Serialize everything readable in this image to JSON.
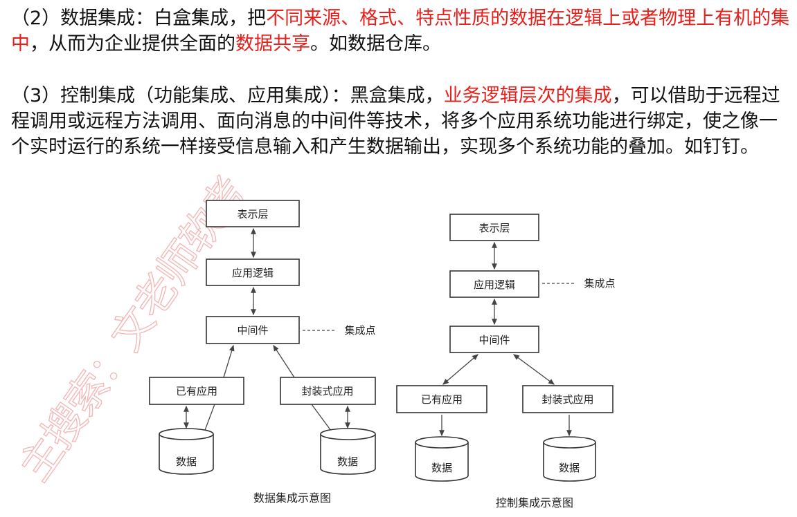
{
  "para2": {
    "prefix": "（2）数据集成：白盒集成，把",
    "red1": "不同来源、格式、特点性质的数据在逻辑上或者物理上有机的集中",
    "mid": "，从而为企业提供全面的",
    "red2": "数据共享",
    "suffix": "。如数据仓库。"
  },
  "para3": {
    "prefix": "（3）控制集成（功能集成、应用集成）：黑盒集成，",
    "red1": "业务逻辑层次的集成",
    "suffix": "，可以借助于远程过程调用或远程方法调用、面向消息的中间件等技术，将多个应用系统功能进行绑定，使之像一个实时运行的系统一样接受信息输入和产生数据输出，实现多个系统功能的叠加。如钉钉。"
  },
  "watermark": "搜索：文老师",
  "diagram_data": {
    "presentation": "表示层",
    "logic": "应用逻辑",
    "middleware": "中间件",
    "integration_point": "集成点",
    "existing_app": "已有应用",
    "wrapped_app": "封装式应用",
    "data": "数据",
    "caption": "数据集成示意图"
  },
  "diagram_control": {
    "presentation": "表示层",
    "logic": "应用逻辑",
    "middleware": "中间件",
    "integration_point": "集成点",
    "existing_app": "已有应用",
    "wrapped_app": "封装式应用",
    "data": "数据",
    "caption": "控制集成示意图"
  }
}
